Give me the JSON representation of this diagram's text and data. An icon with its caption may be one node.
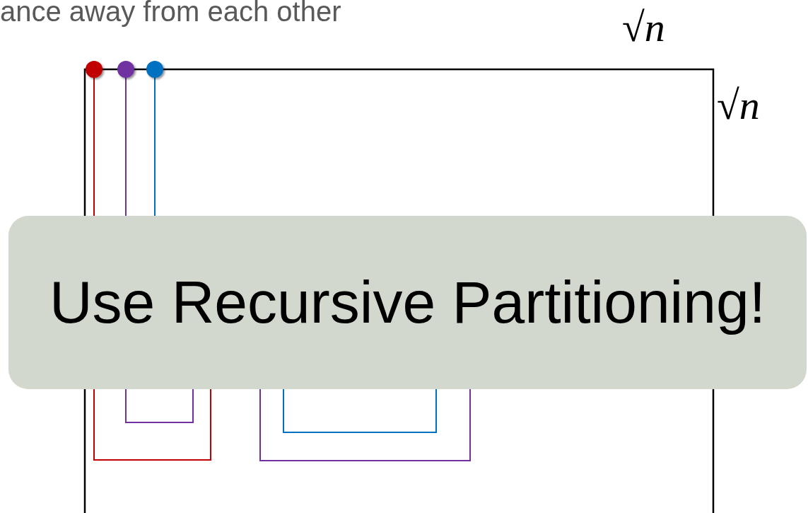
{
  "diagram": {
    "nodes": [
      {
        "text": [
          "Use Recursive Partitioning!"
        ]
      }
    ],
    "labels": [
      "ance away from each other",
      "√*n*",
      "√*n*"
    ]
  }
}
